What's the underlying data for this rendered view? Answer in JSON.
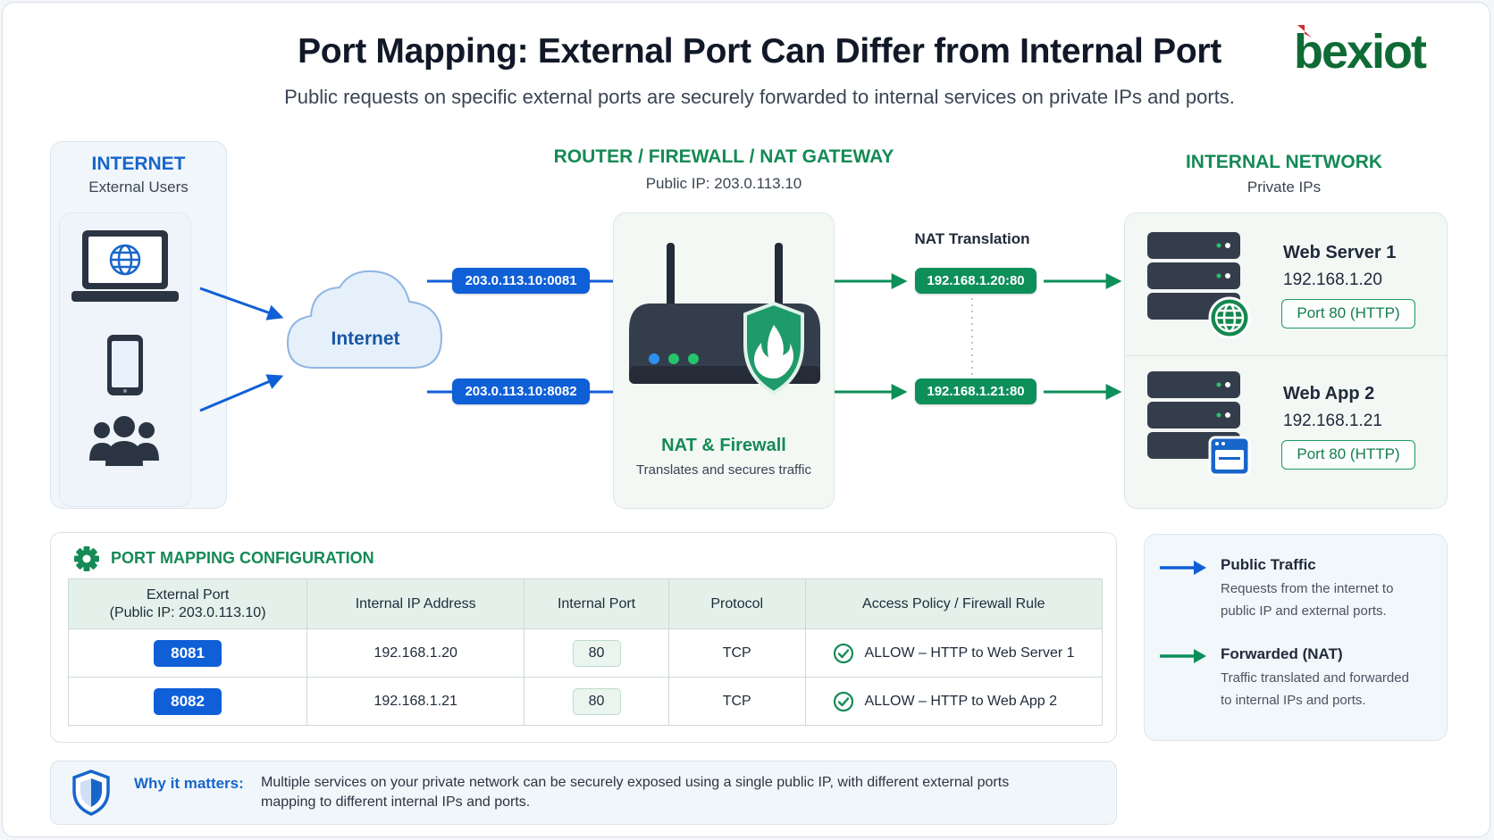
{
  "header": {
    "title": "Port Mapping: External Port Can Differ from Internal Port",
    "subtitle": "Public requests on specific external ports are securely forwarded to internal services on private IPs and ports.",
    "logo_text": "bexiot"
  },
  "internet_section": {
    "heading": "INTERNET",
    "subheading": "External Users",
    "cloud_label": "Internet"
  },
  "router_section": {
    "heading": "ROUTER / FIREWALL / NAT GATEWAY",
    "public_ip": "Public IP: 203.0.113.10",
    "device_label": "NAT & Firewall",
    "device_desc": "Translates and secures traffic",
    "nat_translation_label": "NAT Translation"
  },
  "flows": {
    "external": [
      "203.0.113.10:0081",
      "203.0.113.10:8082"
    ],
    "internal": [
      "192.168.1.20:80",
      "192.168.1.21:80"
    ]
  },
  "internal_section": {
    "heading": "INTERNAL NETWORK",
    "subheading": "Private IPs",
    "servers": [
      {
        "name": "Web Server 1",
        "ip": "192.168.1.20",
        "port": "Port 80 (HTTP)"
      },
      {
        "name": "Web App 2",
        "ip": "192.168.1.21",
        "port": "Port 80 (HTTP)"
      }
    ]
  },
  "config": {
    "heading": "PORT MAPPING CONFIGURATION",
    "columns": [
      "External Port",
      "(Public IP: 203.0.113.10)",
      "Internal IP Address",
      "Internal Port",
      "Protocol",
      "Access Policy / Firewall Rule"
    ],
    "rows": [
      {
        "external": "8081",
        "ip": "192.168.1.20",
        "port": "80",
        "protocol": "TCP",
        "rule": "ALLOW – HTTP to Web Server 1"
      },
      {
        "external": "8082",
        "ip": "192.168.1.21",
        "port": "80",
        "protocol": "TCP",
        "rule": "ALLOW – HTTP to Web App 2"
      }
    ]
  },
  "legend": [
    {
      "title": "Public Traffic",
      "line1": "Requests from the internet to",
      "line2": "public IP and external ports.",
      "color": "#0f5fd7"
    },
    {
      "title": "Forwarded (NAT)",
      "line1": "Traffic translated and forwarded",
      "line2": "to internal IPs and ports.",
      "color": "#0d8f5a"
    }
  ],
  "footer": {
    "label": "Why it matters:",
    "line1": "Multiple services on your private network can be securely exposed using a single public IP, with different external ports",
    "line2": "mapping to different internal IPs and ports."
  },
  "colors": {
    "blue": "#0f5fd7",
    "green": "#0d8f5a",
    "section_blue": "#1766c9",
    "section_green": "#158a55",
    "logo_red": "#d8262c",
    "logo_green": "#0f6b35"
  },
  "icons": [
    "globe-icon",
    "laptop-icon",
    "smartphone-icon",
    "users-icon",
    "cloud-icon",
    "router-icon",
    "shield-flame-icon",
    "server-icon",
    "app-window-icon",
    "gear-icon",
    "check-circle-icon",
    "shield-icon",
    "arrow-icon"
  ]
}
